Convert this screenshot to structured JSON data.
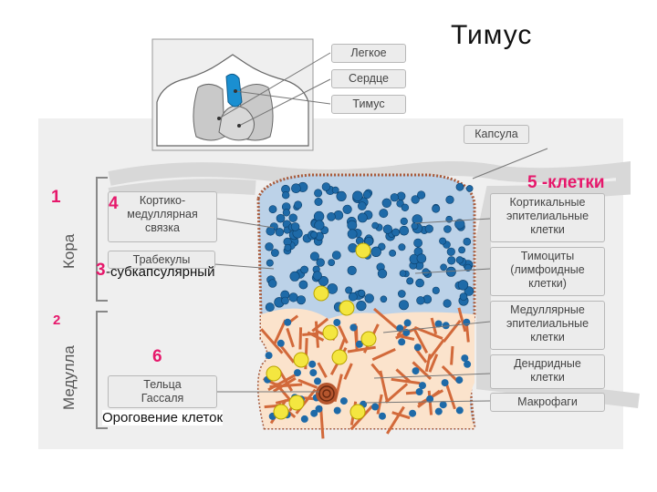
{
  "title": "Тимус",
  "organ_labels": [
    "Легкое",
    "Сердце",
    "Тимус"
  ],
  "capsule_label": "Капсула",
  "region_labels": {
    "cortex": "Кора",
    "medulla": "Медулла"
  },
  "left_labels": {
    "corticomedullary": [
      "Кортико-",
      "медуллярная",
      "связка"
    ],
    "trabeculae": "Трабекулы",
    "hassall": [
      "Тельца",
      "Гассаля"
    ]
  },
  "right_labels": [
    [
      "Кортикальные",
      "эпителиальные",
      "клетки"
    ],
    [
      "Тимоциты",
      "(лимфоидные",
      "клетки)"
    ],
    [
      "Медуллярные",
      "эпителиальные",
      "клетки"
    ],
    [
      "Дендридные",
      "клетки"
    ],
    [
      "Макрофаги"
    ]
  ],
  "annotations": {
    "n1": "1",
    "n2": "2",
    "n3": "3",
    "n3_text": "-субкапсулярный",
    "n4": "4",
    "n5": "5 -клетки",
    "n6": "6",
    "keratinization": "Ороговение клеток"
  },
  "colors": {
    "panel": "#efefef",
    "thymocyte": "#1e6aa8",
    "cortex_bg": "#bcd2e8",
    "medulla_orange": "#d2693a",
    "epithelial_yellow": "#f4e640",
    "annotation": "#e6186b"
  }
}
